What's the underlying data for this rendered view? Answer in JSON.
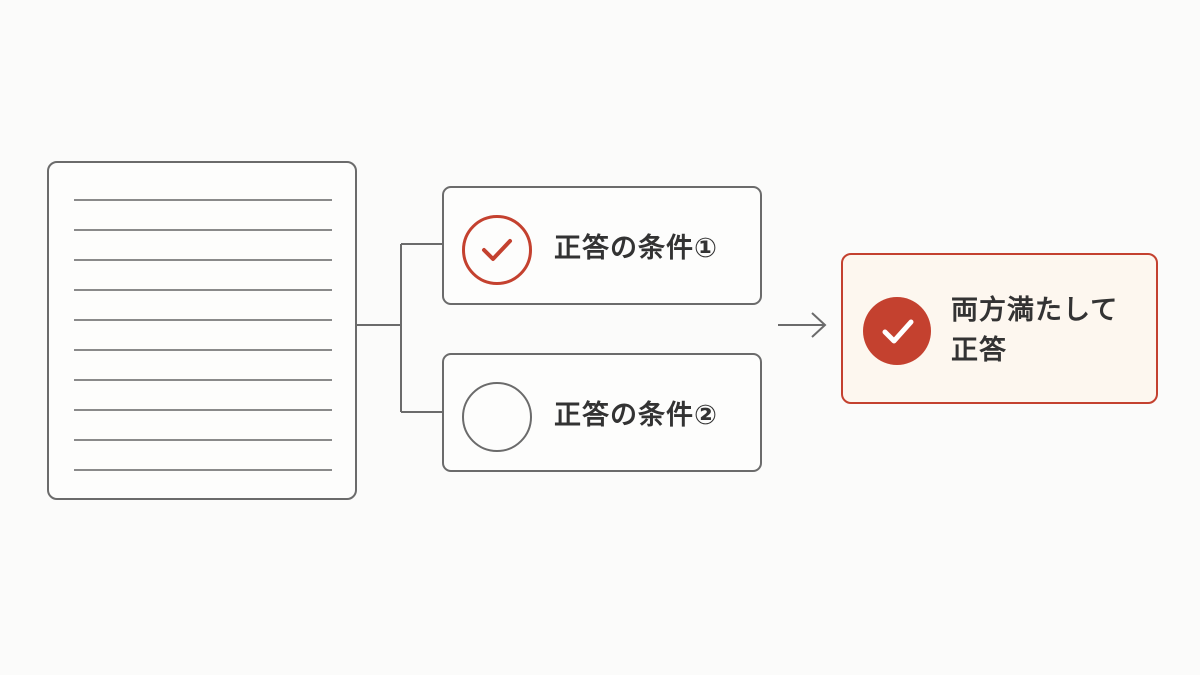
{
  "condition1": {
    "label": "正答の条件①",
    "icon": "check-circle-outline-icon",
    "checked": true
  },
  "condition2": {
    "label": "正答の条件②",
    "icon": "empty-circle-icon",
    "checked": false
  },
  "result": {
    "line1": "両方満たして",
    "line2": "正答",
    "icon": "check-circle-filled-icon"
  },
  "colors": {
    "accent": "#c4412f",
    "stroke": "#6b6b6b",
    "result_bg": "#fdf7ef",
    "background": "#fbfbfa"
  }
}
